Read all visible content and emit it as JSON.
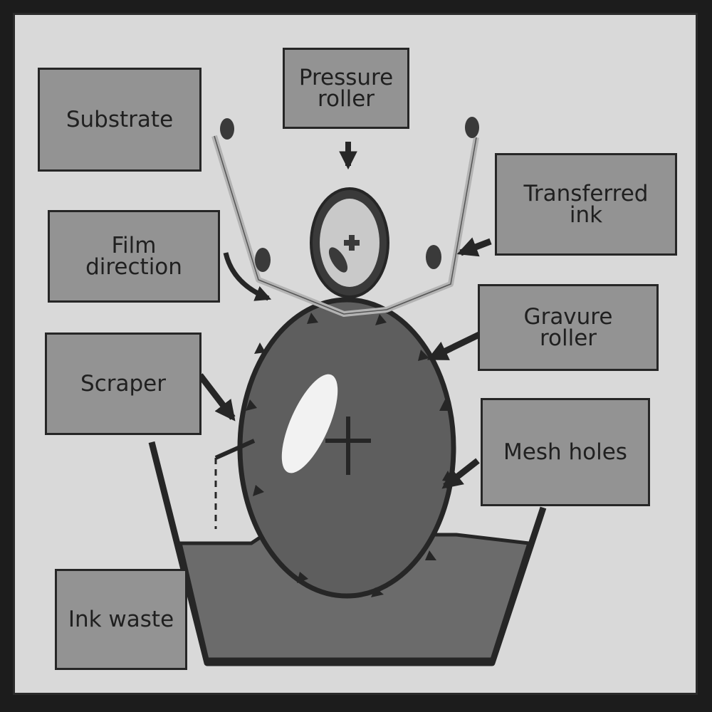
{
  "labels": {
    "substrate": "Substrate",
    "pressure_roller": "Pressure\nroller",
    "transferred_ink": "Transferred\nink",
    "film_direction": "Film\ndirection",
    "gravure_roller": "Gravure\nroller",
    "scraper": "Scraper",
    "mesh_holes": "Mesh holes",
    "ink_waste": "Ink waste"
  },
  "colors": {
    "background": "#d9d9d9",
    "label_fill": "#939393",
    "roller_fill": "#5e5e5e",
    "ink_fill": "#6b6b6b",
    "outline": "#262626",
    "film": "#b3b3b3"
  }
}
